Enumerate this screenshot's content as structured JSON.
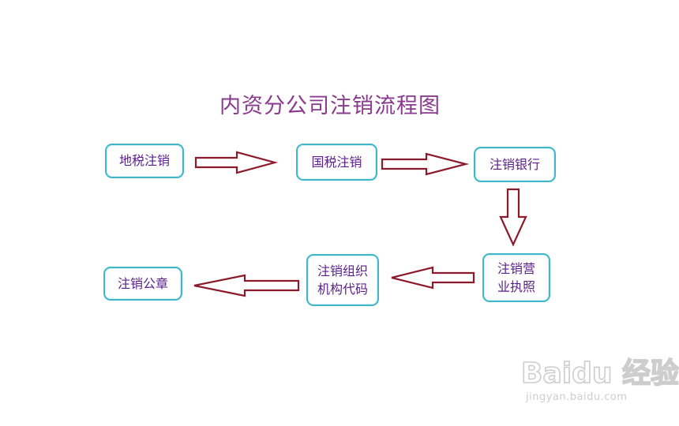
{
  "diagram": {
    "title": "内资分公司注销流程图",
    "nodes": [
      {
        "id": "n1",
        "lines": [
          "地税注销"
        ]
      },
      {
        "id": "n2",
        "lines": [
          "国税注销"
        ]
      },
      {
        "id": "n3",
        "lines": [
          "注销银行"
        ]
      },
      {
        "id": "n4",
        "lines": [
          "注销营",
          "业执照"
        ]
      },
      {
        "id": "n5",
        "lines": [
          "注销组织",
          "机构代码"
        ]
      },
      {
        "id": "n6",
        "lines": [
          "注销公章"
        ]
      }
    ],
    "edges": [
      {
        "from": "n1",
        "to": "n2"
      },
      {
        "from": "n2",
        "to": "n3"
      },
      {
        "from": "n3",
        "to": "n4"
      },
      {
        "from": "n4",
        "to": "n5"
      },
      {
        "from": "n5",
        "to": "n6"
      }
    ],
    "colors": {
      "title": "#8a3a8e",
      "node_border": "#3fb7c9",
      "node_text": "#5a1f8a",
      "arrow_stroke": "#8b1a2b"
    }
  },
  "watermark": {
    "logo": "Baidu 经验",
    "url": "jingyan.baidu.com"
  }
}
